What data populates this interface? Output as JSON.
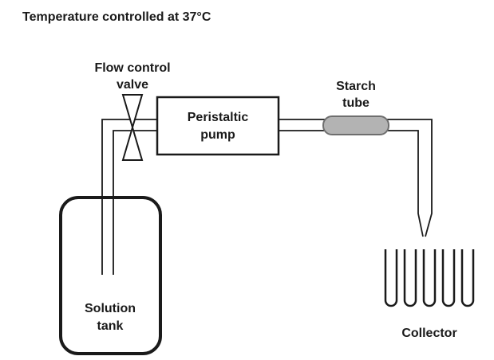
{
  "title": "Temperature controlled at 37°C",
  "labels": {
    "flow_valve": {
      "line1": "Flow control",
      "line2": "valve"
    },
    "pump": {
      "line1": "Peristaltic",
      "line2": "pump"
    },
    "starch": {
      "line1": "Starch",
      "line2": "tube"
    },
    "tank": {
      "line1": "Solution",
      "line2": "tank"
    },
    "collector": "Collector"
  },
  "colors": {
    "line": "#1a1a1a",
    "tube_fill": "#b3b3b3",
    "tube_border": "#6e6e6e",
    "background": "#ffffff"
  }
}
